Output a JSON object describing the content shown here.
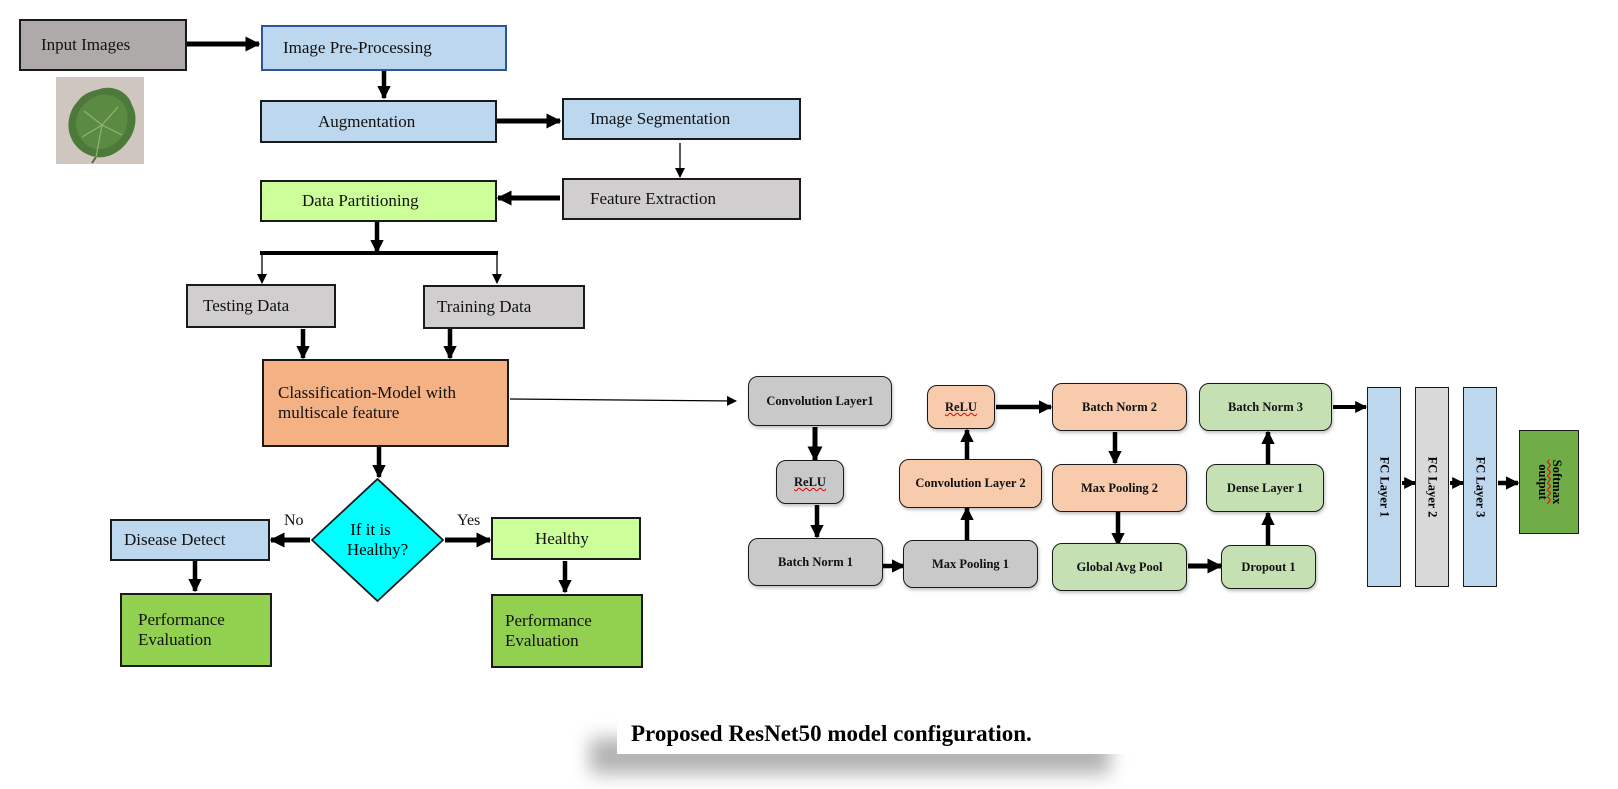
{
  "flow": {
    "input_images": "Input Images",
    "image_preprocessing": "Image Pre-Processing",
    "augmentation": "Augmentation",
    "image_segmentation": "Image Segmentation",
    "feature_extraction": "Feature Extraction",
    "data_partitioning": "Data Partitioning",
    "testing_data": "Testing Data",
    "training_data": "Training Data",
    "classification_line1": "Classification-Model with",
    "classification_line2": "multiscale feature",
    "decision_line1": "If it is",
    "decision_line2": "Healthy?",
    "no_label": "No",
    "yes_label": "Yes",
    "disease_detect": "Disease Detect",
    "healthy": "Healthy",
    "performance_left_line1": "Performance",
    "performance_left_line2": "Evaluation",
    "performance_right_line1": "Performance",
    "performance_right_line2": "Evaluation"
  },
  "network": {
    "convolution_layer1": "Convolution Layer1",
    "relu_1": "ReLU",
    "batch_norm_1": "Batch Norm 1",
    "max_pooling_1": "Max Pooling 1",
    "convolution_layer_2": "Convolution Layer 2",
    "relu_2": "ReLU",
    "batch_norm_2": "Batch Norm 2",
    "max_pooling_2": "Max Pooling 2",
    "global_avg_pool": "Global Avg Pool",
    "dropout_1": "Dropout 1",
    "dense_layer_1": "Dense Layer 1",
    "batch_norm_3": "Batch Norm 3",
    "fc_layer_1": "FC Layer 1",
    "fc_layer_2": "FC Layer 2",
    "fc_layer_3": "FC Layer 3",
    "softmax_line1": "Softmax",
    "softmax_line2": "output"
  },
  "caption": "Proposed ResNet50 model configuration.",
  "colors": {
    "blue": "#bdd7ee",
    "grey": "#d0cece",
    "lime": "#ccff99",
    "green": "#92d050",
    "orange": "#f4b183",
    "peach": "#f8cbad",
    "light_green": "#c5e0b3",
    "cyan": "#00ffff",
    "softmax_green": "#70ad47"
  }
}
